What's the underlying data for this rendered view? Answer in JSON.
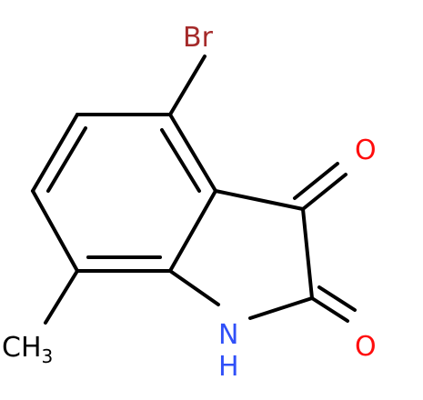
{
  "molecule": {
    "atoms": {
      "bromine": "Br",
      "oxygen_ketone": "O",
      "oxygen_amide": "O",
      "nitrogen": "N",
      "hydrogen": "H",
      "methyl_c": "CH",
      "methyl_sub": "3"
    },
    "colors": {
      "bond": "#000000",
      "bromine": "#a52a2a",
      "oxygen": "#ff0d0d",
      "nitrogen": "#3050f8",
      "carbon": "#000000"
    }
  }
}
